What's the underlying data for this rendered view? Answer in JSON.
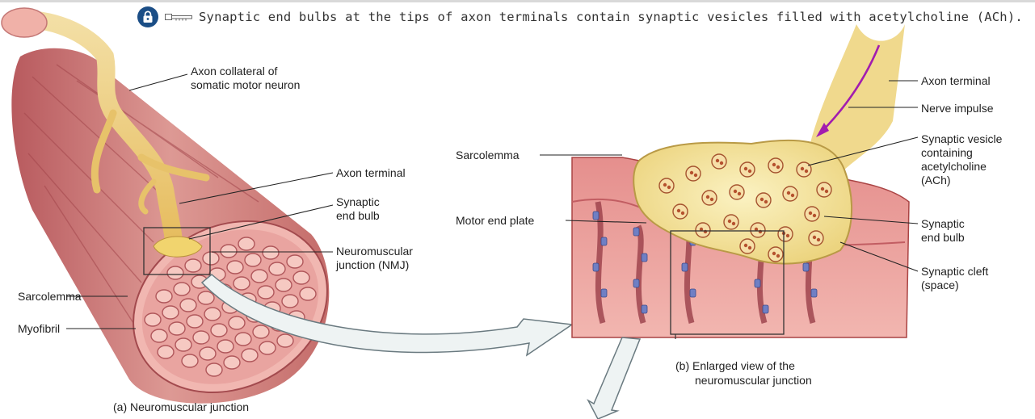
{
  "caption": {
    "text": "Synaptic end bulbs at the tips of axon terminals contain synaptic vesicles filled with acetylcholine (ACh).",
    "badge_icon": "lock-icon",
    "key_icon": "key-icon",
    "badge_color": "#1b4e86"
  },
  "panel_a": {
    "caption": "(a) Neuromuscular junction",
    "labels": {
      "axon_collateral_1": "Axon collateral of",
      "axon_collateral_2": "somatic motor neuron",
      "axon_terminal": "Axon terminal",
      "synaptic_end_bulb_1": "Synaptic",
      "synaptic_end_bulb_2": "end bulb",
      "nmj_1": "Neuromuscular",
      "nmj_2": "junction (NMJ)",
      "sarcolemma": "Sarcolemma",
      "myofibril": "Myofibril"
    }
  },
  "panel_b": {
    "caption_1": "(b) Enlarged view of the",
    "caption_2": "neuromuscular junction",
    "labels": {
      "sarcolemma": "Sarcolemma",
      "motor_end_plate": "Motor end plate",
      "axon_terminal": "Axon terminal",
      "nerve_impulse": "Nerve impulse",
      "synaptic_vesicle_1": "Synaptic vesicle",
      "synaptic_vesicle_2": "containing",
      "synaptic_vesicle_3": "acetylcholine",
      "synaptic_vesicle_4": "(ACh)",
      "synaptic_end_bulb_1": "Synaptic",
      "synaptic_end_bulb_2": "end bulb",
      "synaptic_cleft_1": "Synaptic cleft",
      "synaptic_cleft_2": "(space)"
    }
  },
  "colors": {
    "muscle": "#c96a6a",
    "muscle_light": "#e9a9a4",
    "muscle_dark": "#9e3f45",
    "nerve": "#e8c46c",
    "end_bulb": "#f2e3a0",
    "vesicle": "#b5512e",
    "receptor": "#6f7fc4",
    "impulse_arrow": "#a21caf",
    "pointer_arrow": "#eef3f3"
  }
}
